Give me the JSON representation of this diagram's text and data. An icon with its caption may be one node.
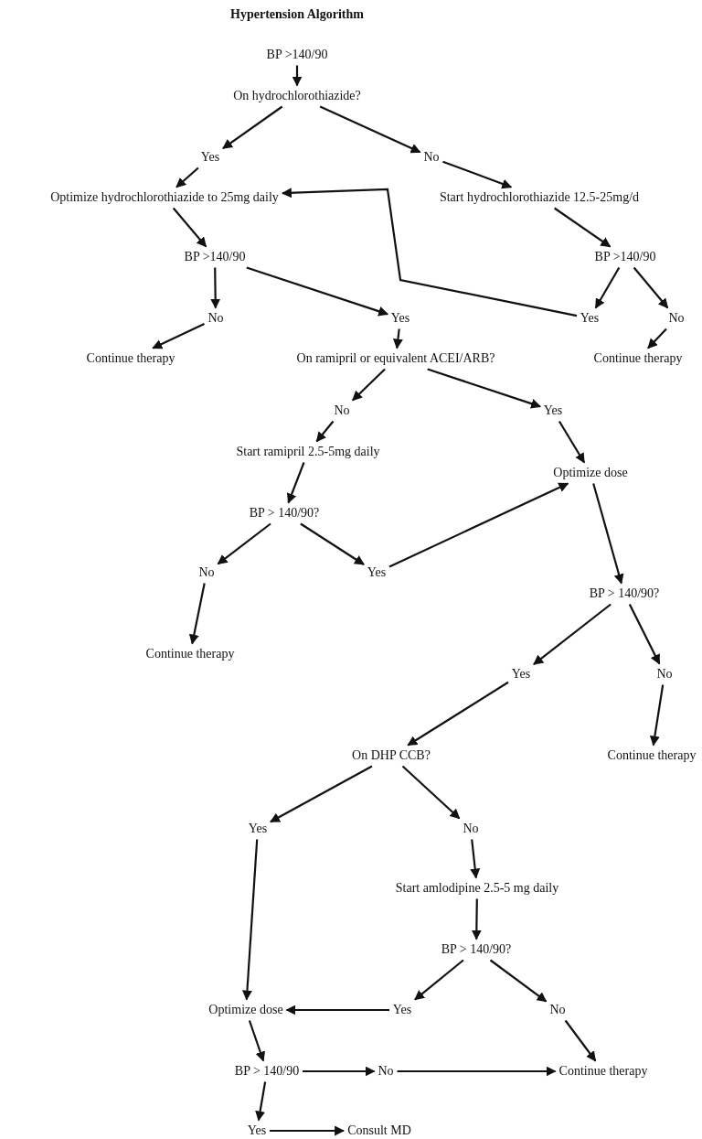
{
  "diagram": {
    "title": "Hypertension Algorithm",
    "nodes": [
      {
        "text": [
          "BP >140/90"
        ]
      },
      {
        "text": [
          "On hydrochlorothiazide?"
        ]
      },
      {
        "text": [
          "Yes"
        ]
      },
      {
        "text": [
          "No"
        ]
      },
      {
        "text": [
          "Optimize hydrochlorothiazide to 25mg daily"
        ]
      },
      {
        "text": [
          "Start hydrochlorothiazide 12.5-25mg/d"
        ]
      },
      {
        "text": [
          "BP >140/90"
        ]
      },
      {
        "text": [
          "BP >140/90"
        ]
      },
      {
        "text": [
          "No"
        ]
      },
      {
        "text": [
          "Yes"
        ]
      },
      {
        "text": [
          "Yes"
        ]
      },
      {
        "text": [
          "No"
        ]
      },
      {
        "text": [
          "Continue therapy"
        ]
      },
      {
        "text": [
          "On ramipril or equivalent ACEI/ARB?"
        ]
      },
      {
        "text": [
          "Continue therapy"
        ]
      },
      {
        "text": [
          "No"
        ]
      },
      {
        "text": [
          "Yes"
        ]
      },
      {
        "text": [
          "Start ramipril 2.5-5mg daily"
        ]
      },
      {
        "text": [
          "Optimize dose"
        ]
      },
      {
        "text": [
          "BP > 140/90?"
        ]
      },
      {
        "text": [
          "No"
        ]
      },
      {
        "text": [
          "Yes"
        ]
      },
      {
        "text": [
          "BP > 140/90?"
        ]
      },
      {
        "text": [
          "Continue therapy"
        ]
      },
      {
        "text": [
          "Yes"
        ]
      },
      {
        "text": [
          "No"
        ]
      },
      {
        "text": [
          "On DHP CCB?"
        ]
      },
      {
        "text": [
          "Continue therapy"
        ]
      },
      {
        "text": [
          "Yes"
        ]
      },
      {
        "text": [
          "No"
        ]
      },
      {
        "text": [
          "Start amlodipine 2.5-5 mg daily"
        ]
      },
      {
        "text": [
          "BP > 140/90?"
        ]
      },
      {
        "text": [
          "Optimize dose"
        ]
      },
      {
        "text": [
          "Yes"
        ]
      },
      {
        "text": [
          "No"
        ]
      },
      {
        "text": [
          "BP > 140/90"
        ]
      },
      {
        "text": [
          "No"
        ]
      },
      {
        "text": [
          "Continue therapy"
        ]
      },
      {
        "text": [
          "Yes"
        ]
      },
      {
        "text": [
          "Consult MD"
        ]
      }
    ],
    "edges": [
      {
        "from": 0,
        "to": 1,
        "arrow": "to"
      },
      {
        "from": 1,
        "to": 2,
        "arrow": "to"
      },
      {
        "from": 1,
        "to": 3,
        "arrow": "to"
      },
      {
        "from": 2,
        "to": 4,
        "arrow": "to"
      },
      {
        "from": 3,
        "to": 5,
        "arrow": "to"
      },
      {
        "from": 4,
        "to": 6,
        "arrow": "to"
      },
      {
        "from": 5,
        "to": 7,
        "arrow": "to"
      },
      {
        "from": 6,
        "to": 8,
        "arrow": "to"
      },
      {
        "from": 6,
        "to": 9,
        "arrow": "to"
      },
      {
        "from": 7,
        "to": 10,
        "arrow": "to"
      },
      {
        "from": 7,
        "to": 11,
        "arrow": "to"
      },
      {
        "from": 10,
        "to": 4,
        "arrow": "to"
      },
      {
        "from": 8,
        "to": 12,
        "arrow": "to"
      },
      {
        "from": 9,
        "to": 13,
        "arrow": "to"
      },
      {
        "from": 11,
        "to": 14,
        "arrow": "to"
      },
      {
        "from": 13,
        "to": 15,
        "arrow": "to"
      },
      {
        "from": 13,
        "to": 16,
        "arrow": "to"
      },
      {
        "from": 15,
        "to": 17,
        "arrow": "to"
      },
      {
        "from": 16,
        "to": 18,
        "arrow": "to"
      },
      {
        "from": 17,
        "to": 19,
        "arrow": "to"
      },
      {
        "from": 19,
        "to": 20,
        "arrow": "to"
      },
      {
        "from": 19,
        "to": 21,
        "arrow": "to"
      },
      {
        "from": 21,
        "to": 18,
        "arrow": "to"
      },
      {
        "from": 18,
        "to": 22,
        "arrow": "to"
      },
      {
        "from": 20,
        "to": 23,
        "arrow": "to"
      },
      {
        "from": 22,
        "to": 24,
        "arrow": "to"
      },
      {
        "from": 22,
        "to": 25,
        "arrow": "to"
      },
      {
        "from": 24,
        "to": 26,
        "arrow": "to"
      },
      {
        "from": 25,
        "to": 27,
        "arrow": "to"
      },
      {
        "from": 26,
        "to": 28,
        "arrow": "to"
      },
      {
        "from": 26,
        "to": 29,
        "arrow": "to"
      },
      {
        "from": 28,
        "to": 32,
        "arrow": "to"
      },
      {
        "from": 29,
        "to": 30,
        "arrow": "to"
      },
      {
        "from": 30,
        "to": 31,
        "arrow": "to"
      },
      {
        "from": 31,
        "to": 33,
        "arrow": "to"
      },
      {
        "from": 31,
        "to": 34,
        "arrow": "to"
      },
      {
        "from": 33,
        "to": 32,
        "arrow": "to"
      },
      {
        "from": 34,
        "to": 37,
        "arrow": "to"
      },
      {
        "from": 32,
        "to": 35,
        "arrow": "to"
      },
      {
        "from": 35,
        "to": 36,
        "arrow": "to"
      },
      {
        "from": 36,
        "to": 37,
        "arrow": "to"
      },
      {
        "from": 35,
        "to": 38,
        "arrow": "to"
      },
      {
        "from": 38,
        "to": 39,
        "arrow": "to"
      }
    ]
  }
}
